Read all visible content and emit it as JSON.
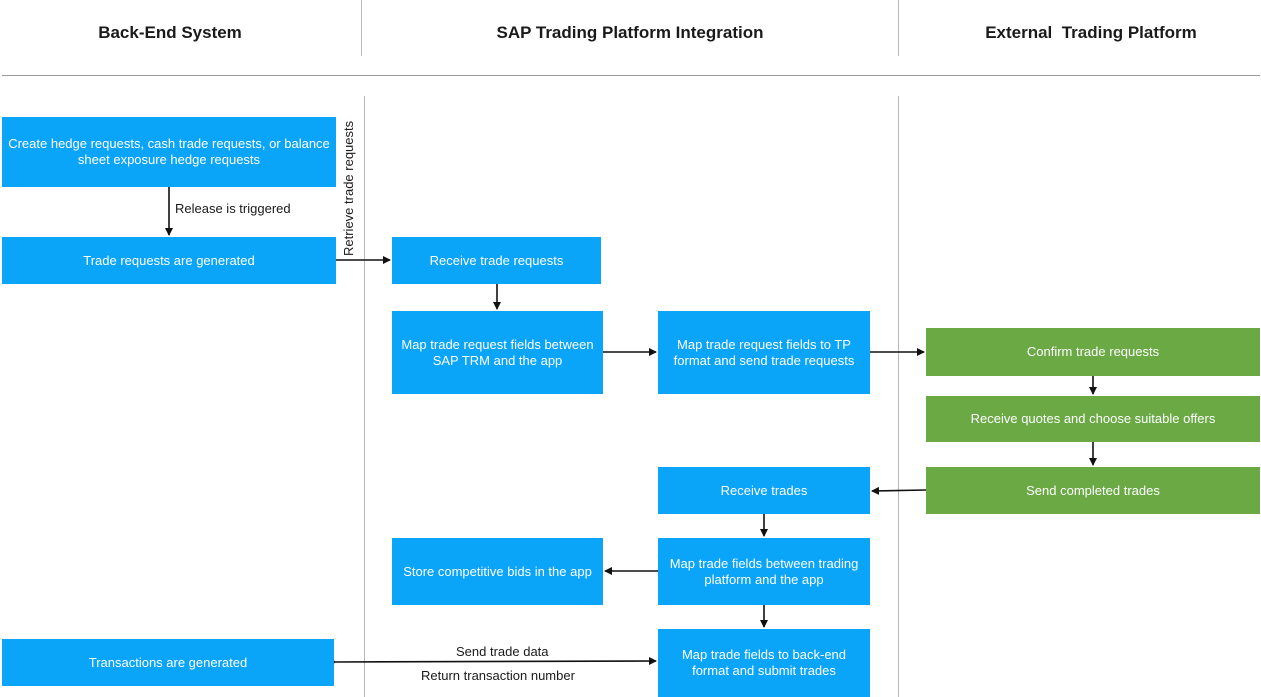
{
  "headers": {
    "backend": "Back-End System",
    "sap": "SAP Trading Platform Integration",
    "external": "External  Trading Platform"
  },
  "boxes": {
    "create_requests": "Create hedge requests, cash trade requests, or balance sheet exposure hedge requests",
    "trade_requests_generated": "Trade requests are generated",
    "receive_trade_requests": "Receive trade requests",
    "map_request_fields_trm": "Map trade request fields between SAP TRM and the app",
    "map_request_fields_tp": "Map trade request fields to TP format and send trade requests",
    "confirm_trade_requests": "Confirm trade requests",
    "receive_quotes": "Receive quotes and choose suitable offers",
    "send_completed_trades": "Send completed trades",
    "receive_trades": "Receive trades",
    "map_trade_fields_platform": "Map trade fields between trading platform and the app",
    "store_bids": "Store competitive bids in the app",
    "map_trade_fields_backend": "Map trade fields to back-end format and submit trades",
    "transactions_generated": "Transactions are generated"
  },
  "labels": {
    "release_triggered": "Release is triggered",
    "retrieve_trade_requests": "Retrieve trade requests",
    "send_trade_data": "Send trade data",
    "return_transaction_number": "Return transaction number"
  },
  "colors": {
    "blue": "#0aa4f8",
    "green": "#6aa944"
  }
}
